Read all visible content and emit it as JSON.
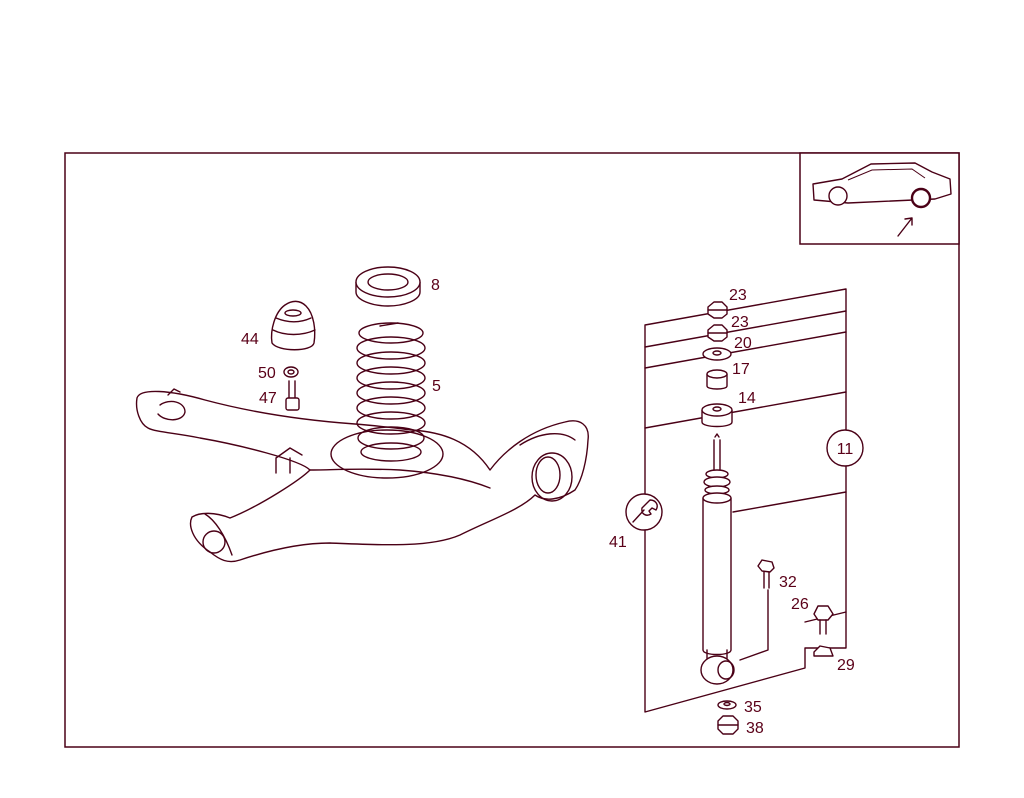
{
  "part_numbers": {
    "p8": "8",
    "p44": "44",
    "p5": "5",
    "p50": "50",
    "p47": "47",
    "p23a": "23",
    "p23b": "23",
    "p20": "20",
    "p17": "17",
    "p14": "14",
    "p11": "11",
    "p41": "41",
    "p32": "32",
    "p26": "26",
    "p29": "29",
    "p35": "35",
    "p38": "38"
  },
  "icons": {
    "vehicle_locator": "car-rear-wheel-locator-icon",
    "tool_reference": "wrench-icon"
  },
  "colors": {
    "line": "#4a0016",
    "text": "#5a0018",
    "background": "#ffffff"
  }
}
